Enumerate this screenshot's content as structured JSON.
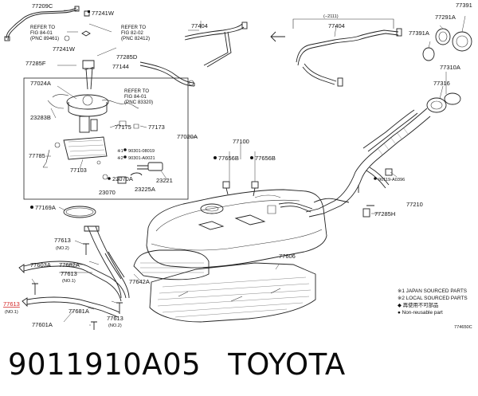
{
  "labels": {
    "p77209C": "77209C",
    "p77241W_a": "77241W",
    "p77241W_b": "77241W",
    "p77285D": "77285D",
    "p77285F": "77285F",
    "p77144": "77144",
    "p77404_a": "77404",
    "p77404_b": "77404",
    "p2111": "(−2111)",
    "p77391": "77391",
    "p77291A": "77291A",
    "p77391A": "77391A",
    "p77310A": "77310A",
    "p77316": "77316",
    "p77024A": "77024A",
    "p23283B": "23283B",
    "p77175": "77175",
    "p77173": "77173",
    "p77020A": "77020A",
    "p77785": "77785",
    "p77103": "77103",
    "p90301_08019": "90301-08019",
    "p90301_A0021": "90301-A0021",
    "p23070A": "23070A",
    "p23221": "23221",
    "p23225A": "23225A",
    "p23070": "23070",
    "p77100": "77100",
    "p77656B_a": "77656B",
    "p77656B_b": "77656B",
    "p90119": "90119-A0396",
    "p77169A": "77169A",
    "p77210": "77210",
    "p77285H": "77285H",
    "p77613_a": "77613",
    "p77613_a_sub": "(NO.2)",
    "p77603A": "77603A",
    "p77682A": "77682A",
    "p77613_b": "77613",
    "p77613_b_sub": "(NO.1)",
    "p77606": "77606",
    "p77642A": "77642A",
    "p77613_c": "77613",
    "p77613_c_sub": "(NO.1)",
    "p77681A": "77681A",
    "p77601A": "77601A",
    "p77613_d": "77613",
    "p77613_d_sub": "(NO.2)",
    "ref1_a": "REFER TO",
    "ref1_b": "FIG 84-01",
    "ref1_c": "(PNC 89461)",
    "ref2_a": "REFER TO",
    "ref2_b": "FIG 82-02",
    "ref2_c": "(PNC 82412)",
    "ref3_a": "REFER TO",
    "ref3_b": "FIG 84-01",
    "ref3_c": "(PNC 83320)"
  },
  "markers": {
    "star1": "※1",
    "star2": "※2"
  },
  "legend": {
    "japan": "※1 JAPAN SOURCED PARTS",
    "local": "※2 LOCAL SOURCED PARTS",
    "noncombo": "◆ 再使用不可部品",
    "nonreuse": "● Non-reusable part"
  },
  "figure_code": "774650C",
  "footer": {
    "part_number": "9011910A05",
    "brand": "TOYOTA"
  },
  "colors": {
    "highlight": "#d21e1e",
    "line": "#222222"
  }
}
